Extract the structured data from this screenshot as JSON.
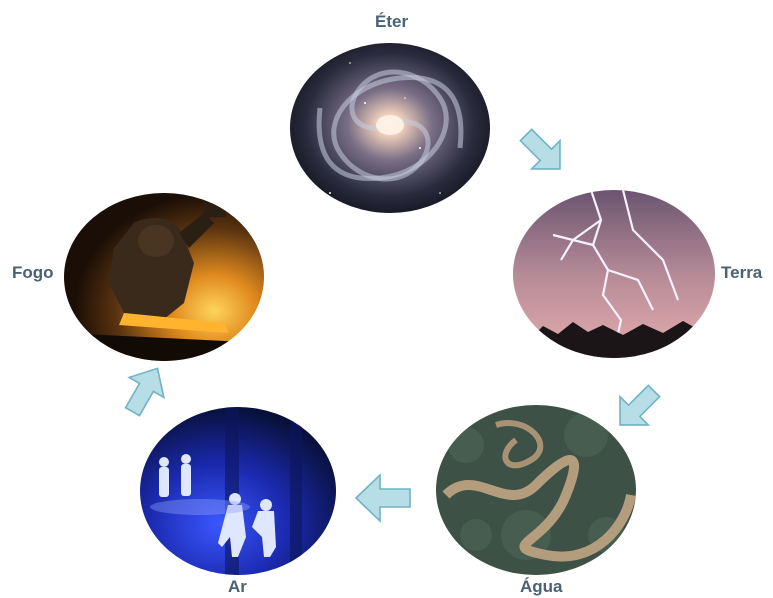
{
  "diagram": {
    "nodes": [
      {
        "id": "eter",
        "label": "Éter",
        "image": "spiral-galaxy"
      },
      {
        "id": "terra",
        "label": "Terra",
        "image": "lightning-storm"
      },
      {
        "id": "agua",
        "label": "Água",
        "image": "meandering-river"
      },
      {
        "id": "ar",
        "label": "Ar",
        "image": "blue-lit-dancers"
      },
      {
        "id": "fogo",
        "label": "Fogo",
        "image": "blacksmith-forge"
      }
    ],
    "cycle": [
      "eter",
      "terra",
      "agua",
      "ar",
      "fogo"
    ],
    "colors": {
      "label": "#4a6274",
      "arrow_fill": "#b7dde6",
      "arrow_stroke": "#6fb3c4"
    }
  }
}
